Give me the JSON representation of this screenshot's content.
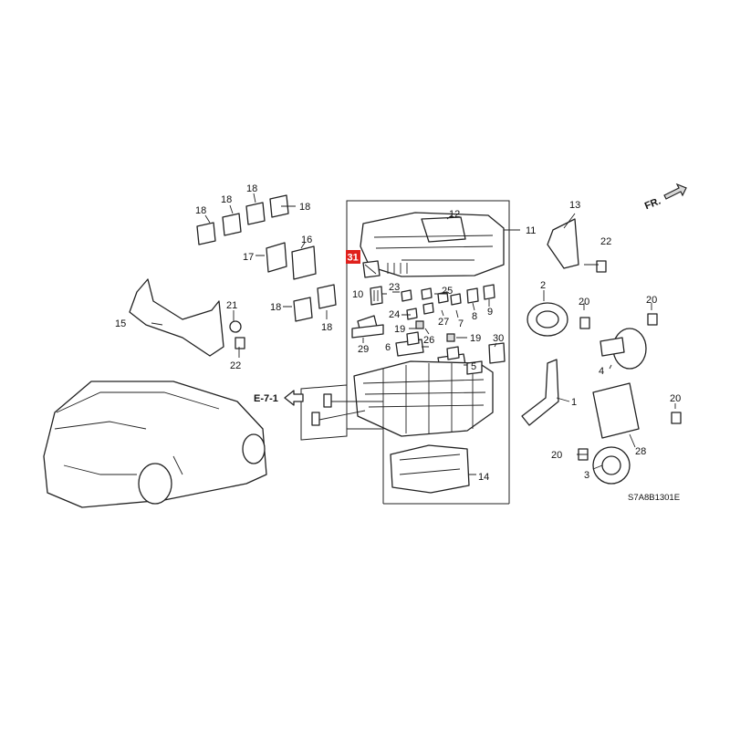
{
  "diagram": {
    "ref_code": "E-7-1",
    "drawing_code": "S7A8B1301E",
    "front_label": "FR.",
    "highlight_color": "#e0201c",
    "highlighted_part": "31",
    "callouts": {
      "c1": "1",
      "c2": "2",
      "c3": "3",
      "c4": "4",
      "c5": "5",
      "c6": "6",
      "c7": "7",
      "c8": "8",
      "c9": "9",
      "c10": "10",
      "c11": "11",
      "c12": "12",
      "c14": "14",
      "c15": "15",
      "c16": "16",
      "c17": "17",
      "c18a": "18",
      "c18b": "18",
      "c18c": "18",
      "c18d": "18",
      "c18e": "18",
      "c18f": "18",
      "c19a": "19",
      "c19b": "19",
      "c20a": "20",
      "c20b": "20",
      "c20c": "20",
      "c20d": "20",
      "c21": "21",
      "c22a": "22",
      "c22b": "22",
      "c23": "23",
      "c24": "24",
      "c25": "25",
      "c26": "26",
      "c27": "27",
      "c28": "28",
      "c29": "29",
      "c30": "30",
      "c31": "31",
      "c13": "13"
    }
  }
}
